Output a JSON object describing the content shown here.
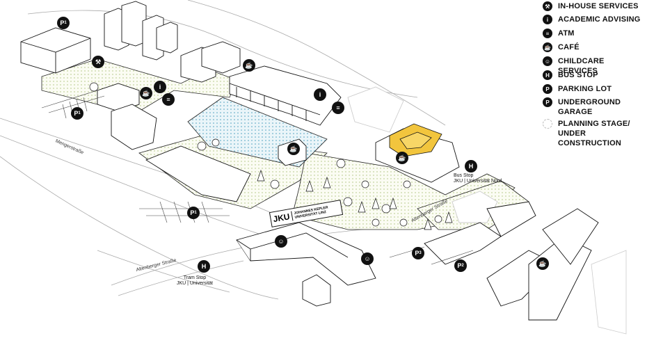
{
  "legend": [
    {
      "icon": "wrench-icon",
      "glyph": "⚒",
      "label": "IN-HOUSE SERVICES"
    },
    {
      "icon": "info-icon",
      "glyph": "i",
      "label": "ACADEMIC ADVISING"
    },
    {
      "icon": "atm-icon",
      "glyph": "≡",
      "label": "ATM"
    },
    {
      "icon": "cafe-icon",
      "glyph": "☕",
      "label": "CAFÉ"
    },
    {
      "icon": "childcare-icon",
      "glyph": "☺",
      "label": "CHILDCARE SERVICES"
    },
    {
      "icon": "bus-stop-icon",
      "glyph": "H",
      "label": "BUS STOP"
    },
    {
      "icon": "parking-icon",
      "glyph": "P",
      "label": "PARKING LOT"
    },
    {
      "icon": "garage-icon",
      "glyph": "P",
      "label": "UNDERGROUND GARAGE"
    },
    {
      "icon": "construction-icon",
      "glyph": "",
      "label": "PLANNING STAGE/ UNDER CONSTRUCTION"
    }
  ],
  "map": {
    "streets": {
      "menger": "Mengerstraße",
      "altenberger_left": "Altenberger Straße",
      "altenberger_right": "Altenberger Straße"
    },
    "bus_stop": {
      "glyph": "H",
      "line1": "Bus Stop",
      "line2": "JKU | Universität Nord"
    },
    "tram_stop": {
      "glyph": "H",
      "line1": "Tram Stop",
      "line2": "JKU | Universität"
    },
    "parking": {
      "p1": "P",
      "p1_sub": "1",
      "p2": "P",
      "p2_sub": "2",
      "p3": "P",
      "p3_sub": "3"
    },
    "logo": {
      "mark": "JKU",
      "line1": "JOHANNES KEPLER",
      "line2": "UNIVERSITÄT LINZ"
    },
    "colors": {
      "green_dot": "#b8c98a",
      "blue_dot": "#5aaac4",
      "highlight": "#f2c53d",
      "outline": "#111111"
    }
  }
}
